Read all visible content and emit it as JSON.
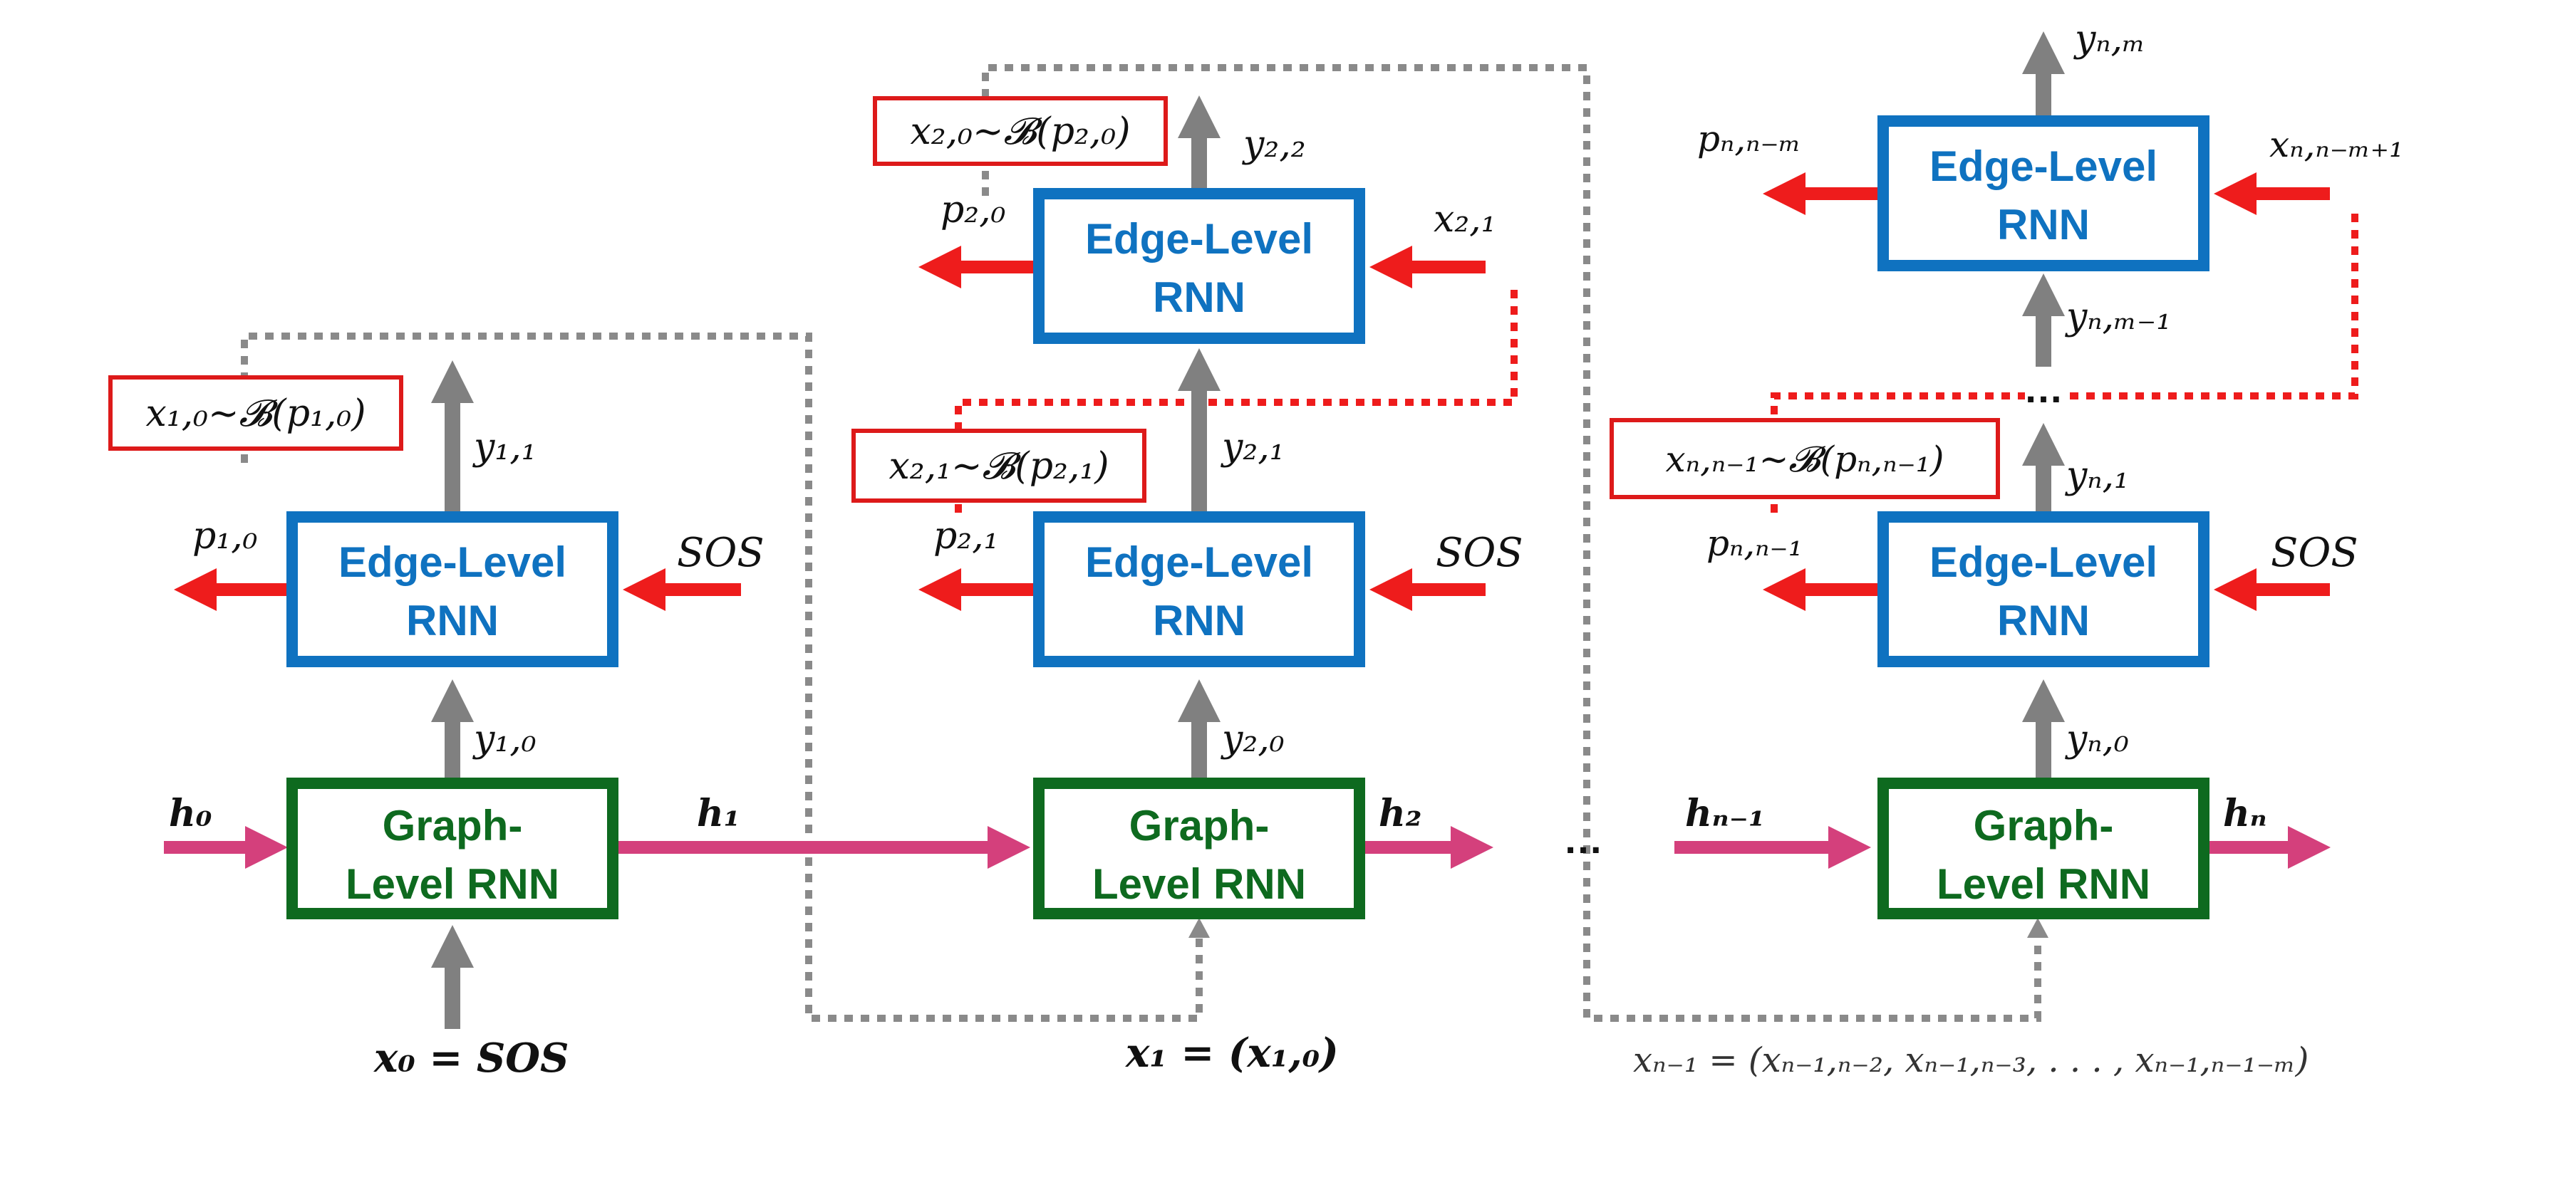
{
  "colors": {
    "edge_rnn": "#0f72c0",
    "graph_rnn": "#0e6a1f",
    "hidden_arrow": "#d4407c",
    "output_arrow": "#ee1c1c",
    "vertical_arrow": "#808080",
    "sample_box": "#dd1a1a",
    "gray_dotted": "#8a8a8a",
    "red_dotted": "#ee1c1c"
  },
  "icons": {
    "ellipsis_between_columns": "…",
    "ellipsis_edge_stack": "…"
  },
  "column1": {
    "graph_rnn": {
      "line1": "Graph-",
      "line2": "Level RNN"
    },
    "edge_rnn": {
      "line1": "Edge-Level",
      "line2": "RNN"
    },
    "h_in": "h₀",
    "h_out": "h₁",
    "input": "x₀ = SOS",
    "y_out_graph": "y₁,₀",
    "y_out_edge": "y₁,₁",
    "p_out": "p₁,₀",
    "edge_input": "SOS",
    "sample": "x₁,₀∼𝓑(p₁,₀)"
  },
  "column2": {
    "graph_rnn": {
      "line1": "Graph-",
      "line2": "Level RNN"
    },
    "edge_rnn_1": {
      "line1": "Edge-Level",
      "line2": "RNN"
    },
    "edge_rnn_2": {
      "line1": "Edge-Level",
      "line2": "RNN"
    },
    "h_out": "h₂",
    "input": "x₁ = (x₁,₀)",
    "y_out_graph": "y₂,₀",
    "y_out_edge1": "y₂,₁",
    "y_out_edge2": "y₂,₂",
    "p_out_1": "p₂,₁",
    "p_out_2": "p₂,₀",
    "edge_input_1": "SOS",
    "edge_input_2": "x₂,₁",
    "sample_1": "x₂,₁∼𝓑(p₂,₁)",
    "sample_2": "x₂,₀∼𝓑(p₂,₀)"
  },
  "column3": {
    "graph_rnn": {
      "line1": "Graph-",
      "line2": "Level RNN"
    },
    "edge_rnn_1": {
      "line1": "Edge-Level",
      "line2": "RNN"
    },
    "edge_rnn_2": {
      "line1": "Edge-Level",
      "line2": "RNN"
    },
    "h_in": "hₙ₋₁",
    "h_out": "hₙ",
    "input": "xₙ₋₁ = (xₙ₋₁,ₙ₋₂, xₙ₋₁,ₙ₋₃, . . . , xₙ₋₁,ₙ₋₁₋ₘ)",
    "y_out_graph": "yₙ,₀",
    "y_out_edge1": "yₙ,₁",
    "y_in_edge2": "yₙ,ₘ₋₁",
    "y_out_edge2": "yₙ,ₘ",
    "p_out_1": "pₙ,ₙ₋₁",
    "p_out_2": "pₙ,ₙ₋ₘ",
    "edge_input_1": "SOS",
    "edge_input_2": "xₙ,ₙ₋ₘ₊₁",
    "sample_1": "xₙ,ₙ₋₁∼𝓑(pₙ,ₙ₋₁)"
  }
}
